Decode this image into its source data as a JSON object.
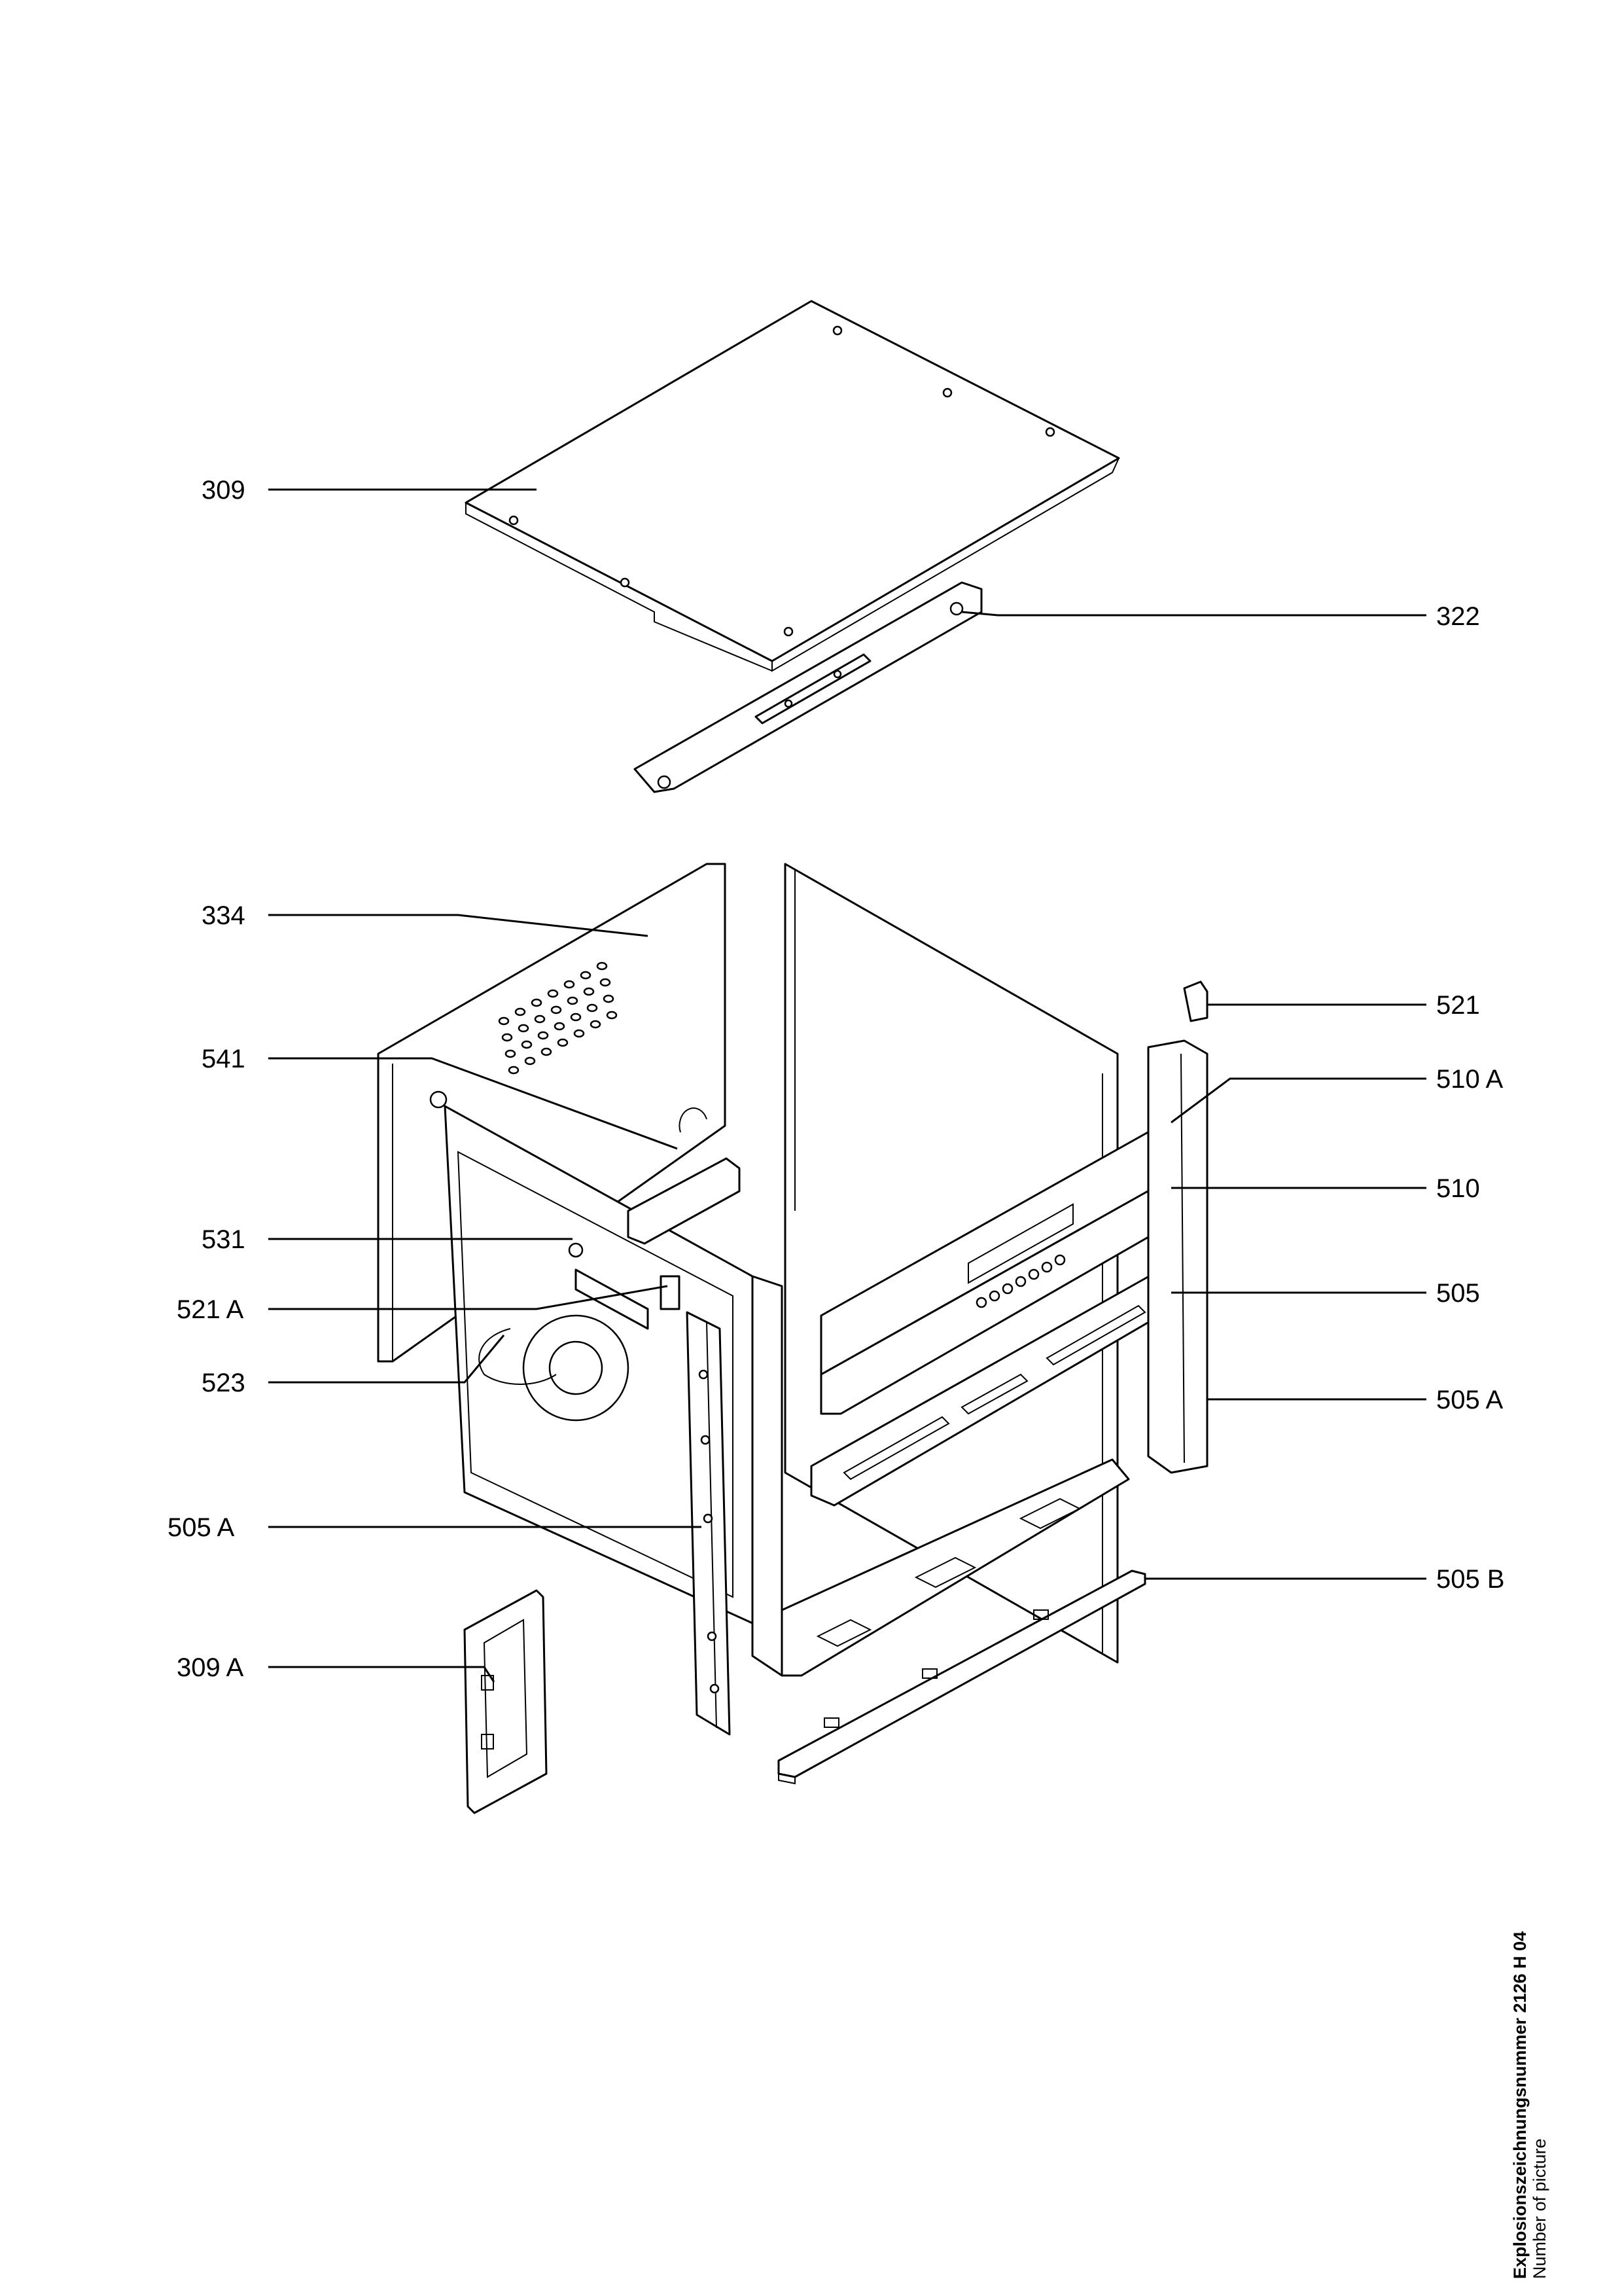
{
  "callouts": [
    {
      "id": "309",
      "text": "309"
    },
    {
      "id": "322",
      "text": "322"
    },
    {
      "id": "334",
      "text": "334"
    },
    {
      "id": "541",
      "text": "541"
    },
    {
      "id": "531",
      "text": "531"
    },
    {
      "id": "521A",
      "text": "521 A"
    },
    {
      "id": "523",
      "text": "523"
    },
    {
      "id": "505A_left",
      "text": "505 A"
    },
    {
      "id": "309A",
      "text": "309 A"
    },
    {
      "id": "521",
      "text": "521"
    },
    {
      "id": "510A",
      "text": "510 A"
    },
    {
      "id": "510",
      "text": "510"
    },
    {
      "id": "505",
      "text": "505"
    },
    {
      "id": "505A_right",
      "text": "505 A"
    },
    {
      "id": "505B",
      "text": "505 B"
    }
  ],
  "footer": {
    "title": "Explosionszeichnungsnummer 2126 H 04",
    "subtitle": "Number of picture"
  }
}
